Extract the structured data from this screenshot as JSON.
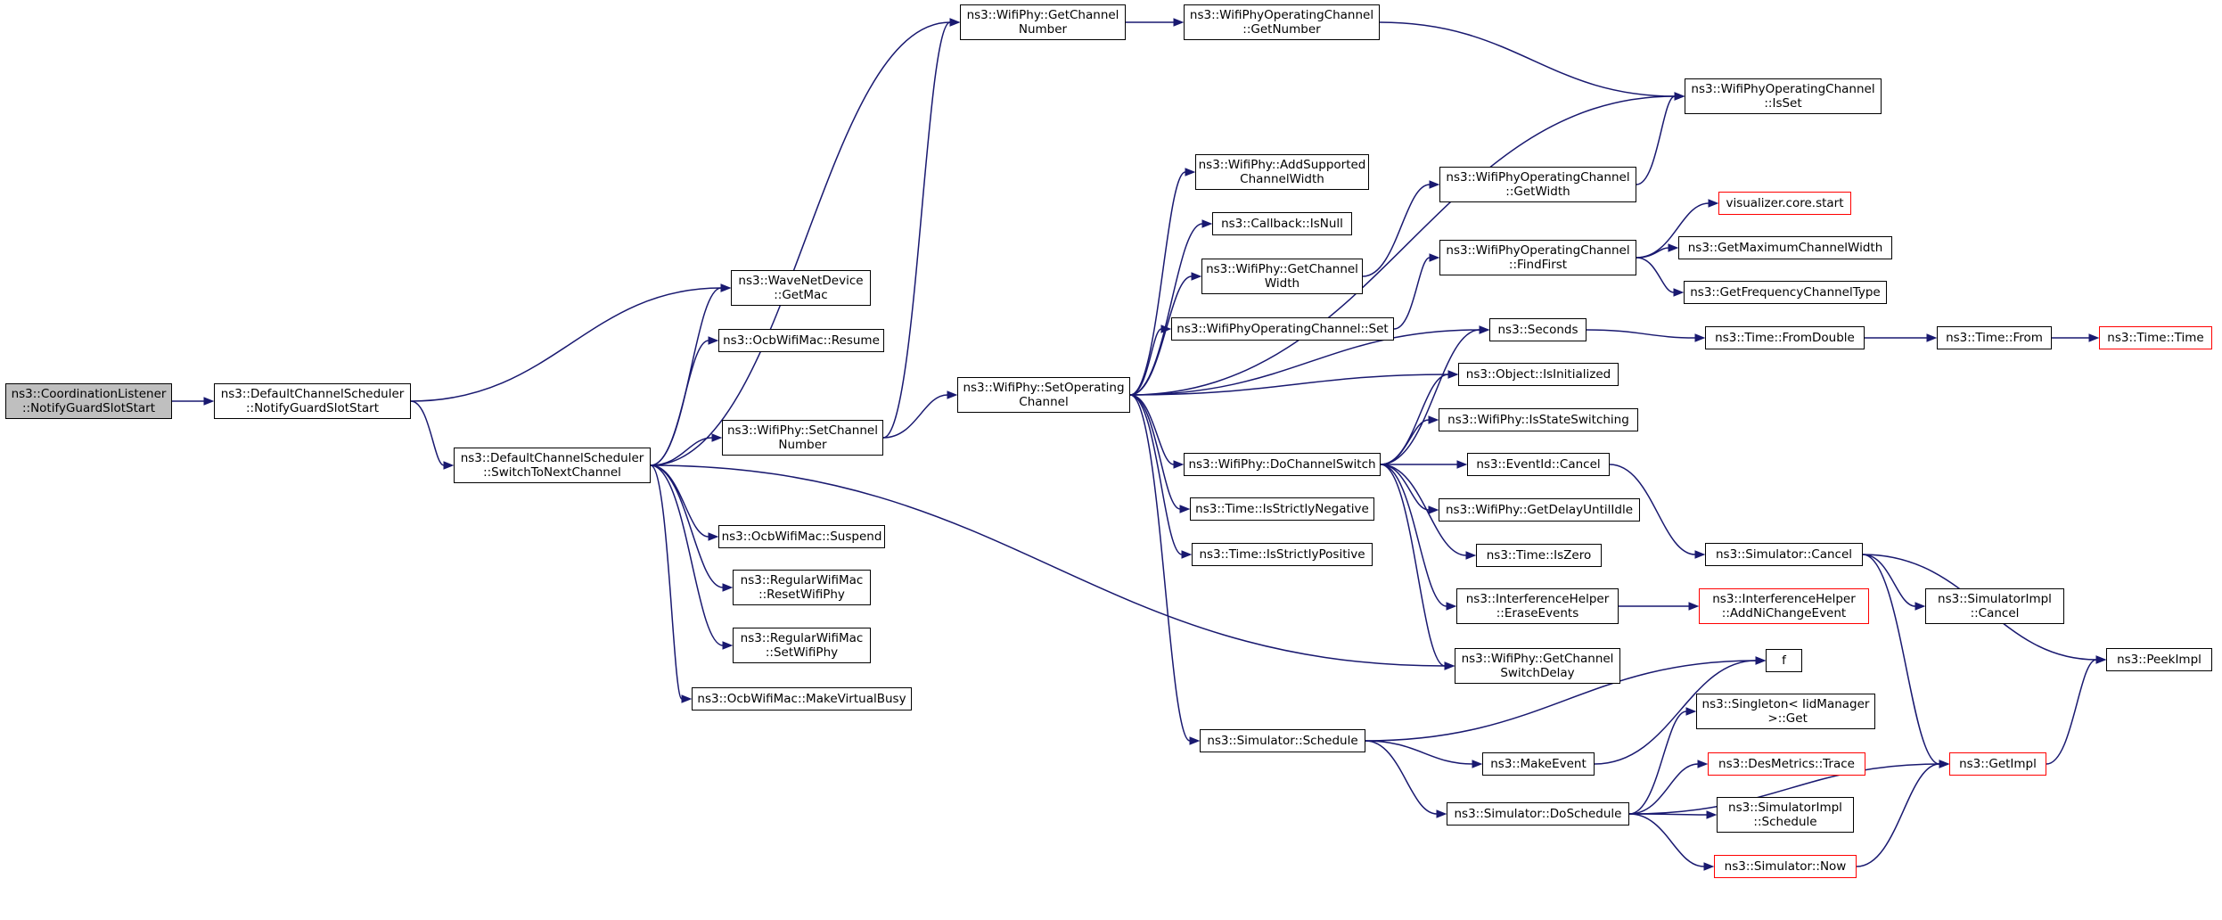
{
  "colors": {
    "edge": "#191970",
    "border": "#000000",
    "truncated_border": "#ff0000",
    "root_fill": "#bfbfbf"
  },
  "nodes": {
    "coordinationlistener_notifyguardslotstart": {
      "label": "ns3::CoordinationListener\n::NotifyGuardSlotStart",
      "root": true
    },
    "defaultchannelscheduler_notifyguardslotstart": {
      "label": "ns3::DefaultChannelScheduler\n::NotifyGuardSlotStart"
    },
    "defaultchannelscheduler_switchtonextchannel": {
      "label": "ns3::DefaultChannelScheduler\n::SwitchToNextChannel"
    },
    "wavenetdevice_getmac": {
      "label": "ns3::WaveNetDevice\n::GetMac"
    },
    "ocbwifimac_resume": {
      "label": "ns3::OcbWifiMac::Resume"
    },
    "wifiphy_setchannelnumber": {
      "label": "ns3::WifiPhy::SetChannel\nNumber"
    },
    "ocbwifimac_suspend": {
      "label": "ns3::OcbWifiMac::Suspend"
    },
    "regularwifimac_resetwifiphy": {
      "label": "ns3::RegularWifiMac\n::ResetWifiPhy"
    },
    "regularwifimac_setwifiphy": {
      "label": "ns3::RegularWifiMac\n::SetWifiPhy"
    },
    "ocbwifimac_makevirtualbusy": {
      "label": "ns3::OcbWifiMac::MakeVirtualBusy"
    },
    "wifiphy_getchannelnumber": {
      "label": "ns3::WifiPhy::GetChannel\nNumber"
    },
    "wifiphyoperatingchannel_getnumber": {
      "label": "ns3::WifiPhyOperatingChannel\n::GetNumber"
    },
    "wifiphy_setoperatingchannel": {
      "label": "ns3::WifiPhy::SetOperating\nChannel"
    },
    "wifiphyoperatingchannel_isset": {
      "label": "ns3::WifiPhyOperatingChannel\n::IsSet"
    },
    "wifiphy_addsupportedchannelwidth": {
      "label": "ns3::WifiPhy::AddSupported\nChannelWidth"
    },
    "callback_isnull": {
      "label": "ns3::Callback::IsNull"
    },
    "wifiphy_getchannelwidth": {
      "label": "ns3::WifiPhy::GetChannel\nWidth"
    },
    "wifiphyoperatingchannel_set": {
      "label": "ns3::WifiPhyOperatingChannel::Set"
    },
    "wifiphy_dochannelswitch": {
      "label": "ns3::WifiPhy::DoChannelSwitch"
    },
    "time_isstrictlynegative": {
      "label": "ns3::Time::IsStrictlyNegative"
    },
    "time_isstrictlypositive": {
      "label": "ns3::Time::IsStrictlyPositive"
    },
    "simulator_schedule": {
      "label": "ns3::Simulator::Schedule"
    },
    "wifiphyoperatingchannel_getwidth": {
      "label": "ns3::WifiPhyOperatingChannel\n::GetWidth"
    },
    "wifiphyoperatingchannel_findfirst": {
      "label": "ns3::WifiPhyOperatingChannel\n::FindFirst"
    },
    "seconds": {
      "label": "ns3::Seconds"
    },
    "object_isinitialized": {
      "label": "ns3::Object::IsInitialized"
    },
    "wifiphy_isstateswitching": {
      "label": "ns3::WifiPhy::IsStateSwitching"
    },
    "eventid_cancel": {
      "label": "ns3::EventId::Cancel"
    },
    "wifiphy_getdelayuntilidle": {
      "label": "ns3::WifiPhy::GetDelayUntilIdle"
    },
    "time_iszero": {
      "label": "ns3::Time::IsZero"
    },
    "interferencehelper_eraseevents": {
      "label": "ns3::InterferenceHelper\n::EraseEvents"
    },
    "wifiphy_getchannelswitchdelay": {
      "label": "ns3::WifiPhy::GetChannel\nSwitchDelay"
    },
    "makeevent": {
      "label": "ns3::MakeEvent"
    },
    "simulator_doschedule": {
      "label": "ns3::Simulator::DoSchedule"
    },
    "visualizer_core_start": {
      "label": "visualizer.core.start",
      "red": true
    },
    "getmaximumchannelwidth": {
      "label": "ns3::GetMaximumChannelWidth"
    },
    "getfrequencychanneltype": {
      "label": "ns3::GetFrequencyChannelType"
    },
    "time_fromdouble": {
      "label": "ns3::Time::FromDouble"
    },
    "time_from": {
      "label": "ns3::Time::From"
    },
    "time_time": {
      "label": "ns3::Time::Time",
      "red": true
    },
    "simulator_cancel": {
      "label": "ns3::Simulator::Cancel"
    },
    "interferencehelper_addnichangeevent": {
      "label": "ns3::InterferenceHelper\n::AddNiChangeEvent",
      "red": true
    },
    "simulatorimpl_cancel": {
      "label": "ns3::SimulatorImpl\n::Cancel"
    },
    "peekimpl": {
      "label": "ns3::PeekImpl"
    },
    "f": {
      "label": "f"
    },
    "singleton_iidmanager_get": {
      "label": "ns3::Singleton< IidManager\n >::Get"
    },
    "desmetrics_trace": {
      "label": "ns3::DesMetrics::Trace",
      "red": true
    },
    "simulatorimpl_schedule": {
      "label": "ns3::SimulatorImpl\n::Schedule"
    },
    "simulator_now": {
      "label": "ns3::Simulator::Now",
      "red": true
    },
    "getimpl": {
      "label": "ns3::GetImpl",
      "red": true
    }
  },
  "edges": [
    [
      "coordinationlistener_notifyguardslotstart",
      "defaultchannelscheduler_notifyguardslotstart"
    ],
    [
      "defaultchannelscheduler_notifyguardslotstart",
      "wavenetdevice_getmac"
    ],
    [
      "defaultchannelscheduler_notifyguardslotstart",
      "defaultchannelscheduler_switchtonextchannel"
    ],
    [
      "defaultchannelscheduler_switchtonextchannel",
      "wavenetdevice_getmac"
    ],
    [
      "defaultchannelscheduler_switchtonextchannel",
      "ocbwifimac_resume"
    ],
    [
      "defaultchannelscheduler_switchtonextchannel",
      "wifiphy_getchannelnumber"
    ],
    [
      "defaultchannelscheduler_switchtonextchannel",
      "wifiphy_setchannelnumber"
    ],
    [
      "defaultchannelscheduler_switchtonextchannel",
      "ocbwifimac_suspend"
    ],
    [
      "defaultchannelscheduler_switchtonextchannel",
      "regularwifimac_resetwifiphy"
    ],
    [
      "defaultchannelscheduler_switchtonextchannel",
      "regularwifimac_setwifiphy"
    ],
    [
      "defaultchannelscheduler_switchtonextchannel",
      "ocbwifimac_makevirtualbusy"
    ],
    [
      "defaultchannelscheduler_switchtonextchannel",
      "wifiphy_getchannelswitchdelay"
    ],
    [
      "wifiphy_getchannelnumber",
      "wifiphyoperatingchannel_getnumber"
    ],
    [
      "wifiphyoperatingchannel_getnumber",
      "wifiphyoperatingchannel_isset"
    ],
    [
      "wifiphy_setchannelnumber",
      "wifiphy_getchannelnumber"
    ],
    [
      "wifiphy_setchannelnumber",
      "wifiphy_setoperatingchannel"
    ],
    [
      "wifiphy_setoperatingchannel",
      "wifiphyoperatingchannel_isset"
    ],
    [
      "wifiphy_setoperatingchannel",
      "wifiphy_addsupportedchannelwidth"
    ],
    [
      "wifiphy_setoperatingchannel",
      "callback_isnull"
    ],
    [
      "wifiphy_setoperatingchannel",
      "wifiphy_getchannelwidth"
    ],
    [
      "wifiphy_setoperatingchannel",
      "wifiphyoperatingchannel_set"
    ],
    [
      "wifiphy_setoperatingchannel",
      "seconds"
    ],
    [
      "wifiphy_setoperatingchannel",
      "object_isinitialized"
    ],
    [
      "wifiphy_setoperatingchannel",
      "wifiphy_dochannelswitch"
    ],
    [
      "wifiphy_setoperatingchannel",
      "time_isstrictlynegative"
    ],
    [
      "wifiphy_setoperatingchannel",
      "time_isstrictlypositive"
    ],
    [
      "wifiphy_setoperatingchannel",
      "simulator_schedule"
    ],
    [
      "wifiphy_getchannelwidth",
      "wifiphyoperatingchannel_getwidth"
    ],
    [
      "wifiphyoperatingchannel_getwidth",
      "wifiphyoperatingchannel_isset"
    ],
    [
      "wifiphyoperatingchannel_set",
      "wifiphyoperatingchannel_findfirst"
    ],
    [
      "wifiphyoperatingchannel_findfirst",
      "visualizer_core_start"
    ],
    [
      "wifiphyoperatingchannel_findfirst",
      "getmaximumchannelwidth"
    ],
    [
      "wifiphyoperatingchannel_findfirst",
      "getfrequencychanneltype"
    ],
    [
      "seconds",
      "time_fromdouble"
    ],
    [
      "time_fromdouble",
      "time_from"
    ],
    [
      "time_from",
      "time_time"
    ],
    [
      "wifiphy_dochannelswitch",
      "seconds"
    ],
    [
      "wifiphy_dochannelswitch",
      "object_isinitialized"
    ],
    [
      "wifiphy_dochannelswitch",
      "wifiphy_isstateswitching"
    ],
    [
      "wifiphy_dochannelswitch",
      "eventid_cancel"
    ],
    [
      "wifiphy_dochannelswitch",
      "wifiphy_getdelayuntilidle"
    ],
    [
      "wifiphy_dochannelswitch",
      "time_iszero"
    ],
    [
      "wifiphy_dochannelswitch",
      "interferencehelper_eraseevents"
    ],
    [
      "wifiphy_dochannelswitch",
      "wifiphy_getchannelswitchdelay"
    ],
    [
      "eventid_cancel",
      "simulator_cancel"
    ],
    [
      "simulator_cancel",
      "simulatorimpl_cancel"
    ],
    [
      "simulator_cancel",
      "peekimpl"
    ],
    [
      "simulator_cancel",
      "getimpl"
    ],
    [
      "interferencehelper_eraseevents",
      "interferencehelper_addnichangeevent"
    ],
    [
      "simulator_schedule",
      "f"
    ],
    [
      "simulator_schedule",
      "makeevent"
    ],
    [
      "simulator_schedule",
      "simulator_doschedule"
    ],
    [
      "makeevent",
      "f"
    ],
    [
      "simulator_doschedule",
      "singleton_iidmanager_get"
    ],
    [
      "simulator_doschedule",
      "desmetrics_trace"
    ],
    [
      "simulator_doschedule",
      "simulatorimpl_schedule"
    ],
    [
      "simulator_doschedule",
      "simulator_now"
    ],
    [
      "simulator_doschedule",
      "getimpl"
    ],
    [
      "simulator_now",
      "getimpl"
    ],
    [
      "getimpl",
      "peekimpl"
    ]
  ]
}
